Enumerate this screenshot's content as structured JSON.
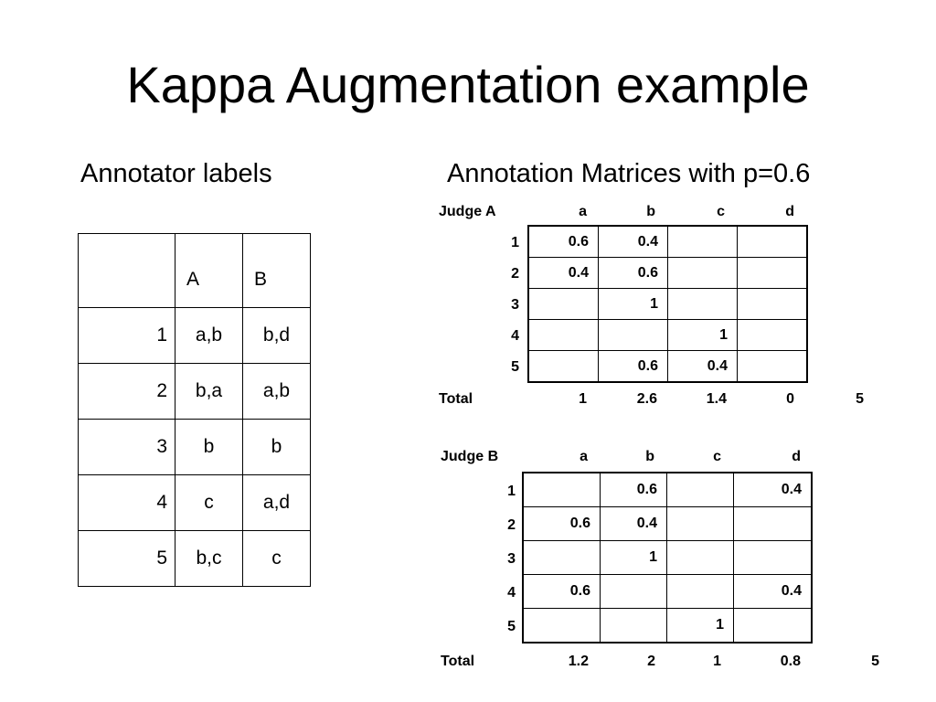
{
  "slide": {
    "title": "Kappa Augmentation example",
    "left_heading": "Annotator labels",
    "right_heading": "Annotation Matrices with p=0.6"
  },
  "labels_table": {
    "columns": [
      "A",
      "B"
    ],
    "rows": [
      {
        "item": "1",
        "A": "a,b",
        "B": "b,d"
      },
      {
        "item": "2",
        "A": "b,a",
        "B": "a,b"
      },
      {
        "item": "3",
        "A": "b",
        "B": "b"
      },
      {
        "item": "4",
        "A": "c",
        "B": "a,d"
      },
      {
        "item": "5",
        "A": "b,c",
        "B": "c"
      }
    ]
  },
  "judge_a": {
    "label": "Judge A",
    "columns": [
      "a",
      "b",
      "c",
      "d"
    ],
    "rows": [
      {
        "item": "1",
        "cells": [
          "0.6",
          "0.4",
          "",
          ""
        ]
      },
      {
        "item": "2",
        "cells": [
          "0.4",
          "0.6",
          "",
          ""
        ]
      },
      {
        "item": "3",
        "cells": [
          "",
          "1",
          "",
          ""
        ]
      },
      {
        "item": "4",
        "cells": [
          "",
          "",
          "1",
          ""
        ]
      },
      {
        "item": "5",
        "cells": [
          "",
          "0.6",
          "0.4",
          ""
        ]
      }
    ],
    "total_label": "Total",
    "totals": [
      "1",
      "2.6",
      "1.4",
      "0"
    ],
    "grand_total": "5"
  },
  "judge_b": {
    "label": "Judge B",
    "columns": [
      "a",
      "b",
      "c",
      "d"
    ],
    "rows": [
      {
        "item": "1",
        "cells": [
          "",
          "0.6",
          "",
          "0.4"
        ]
      },
      {
        "item": "2",
        "cells": [
          "0.6",
          "0.4",
          "",
          ""
        ]
      },
      {
        "item": "3",
        "cells": [
          "",
          "1",
          "",
          ""
        ]
      },
      {
        "item": "4",
        "cells": [
          "0.6",
          "",
          "",
          "0.4"
        ]
      },
      {
        "item": "5",
        "cells": [
          "",
          "",
          "1",
          ""
        ]
      }
    ],
    "total_label": "Total",
    "totals": [
      "1.2",
      "2",
      "1",
      "0.8"
    ],
    "grand_total": "5"
  }
}
